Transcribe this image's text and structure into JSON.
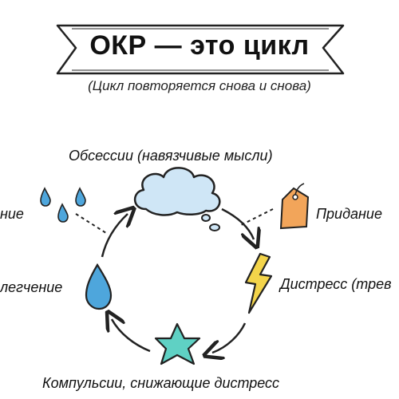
{
  "header": {
    "title": "ОКР — это цикл",
    "subtitle": "(Цикл повторяется снова и снова)"
  },
  "cycle": {
    "obsessions": "Обсессии (навязчивые мысли)",
    "distress": "Дистресс (трев",
    "compulsions": "Компульсии, снижающие дистресс",
    "relief": "легчение",
    "left_partial": "ние",
    "right_partial": "Придание"
  },
  "colors": {
    "cloud": "#cfe6f6",
    "lightning": "#f3d44a",
    "star": "#5fd1c4",
    "drop": "#4ea6dc",
    "tag": "#f2a55a"
  },
  "icons": [
    "cloud-icon",
    "lightning-icon",
    "star-icon",
    "drop-icon",
    "drops-icon",
    "tag-icon"
  ]
}
